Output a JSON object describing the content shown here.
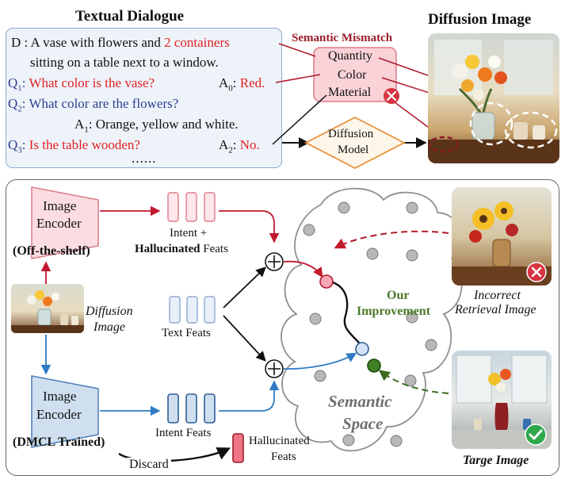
{
  "dialogue": {
    "title": "Textual Dialogue",
    "description_prefix": "D : A vase with flowers and ",
    "description_highlight": "2 containers",
    "description_line2": "sitting on a table next to a window.",
    "q1_label": "Q",
    "q1_sub": "1",
    "q1_text": "What color is the vase?",
    "a0_label": "A",
    "a0_sub": "0",
    "a0_text": "Red.",
    "q2_label": "Q",
    "q2_sub": "2",
    "q2_text": "What color are the flowers?",
    "a1_label": "A",
    "a1_sub": "1",
    "a1_text": "Orange, yellow and white.",
    "q3_label": "Q",
    "q3_sub": "3",
    "q3_text": "Is the table wooden?",
    "a2_label": "A",
    "a2_sub": "2",
    "a2_text": "No.",
    "ellipsis": "......"
  },
  "mismatch": {
    "title": "Semantic Mismatch",
    "items": [
      "Quantity",
      "Color",
      "Material"
    ]
  },
  "diffusion_model": {
    "line1": "Diffusion",
    "line2": "Model"
  },
  "diffusion_image_title": "Diffusion Image",
  "bottom": {
    "encoder_top_line1": "Image",
    "encoder_top_line2": "Encoder",
    "off_the_shelf": "(Off-the-shelf)",
    "intent_plus": "Intent +",
    "hallucinated_bold": "Hallucinated",
    "feats_suffix": " Feats",
    "diffusion_image_line1": "Diffusion",
    "diffusion_image_line2": "Image",
    "text_feats": "Text Feats",
    "encoder_bottom_line1": "Image",
    "encoder_bottom_line2": "Encoder",
    "dmcl_trained": "(DMCL Trained)",
    "intent_feats": "Intent Feats",
    "hallucinated_feats_line1": "Hallucinated",
    "hallucinated_feats_line2": "Feats",
    "discard": "Discard",
    "our_line1": "Our",
    "our_line2": "Improvement",
    "semantic_line1": "Semantic",
    "semantic_line2": "Space",
    "incorrect_line1": "Incorrect",
    "incorrect_line2": "Retrieval Image",
    "target_image": "Targe Image"
  },
  "colors": {
    "red_accent": "#e02020",
    "blue_accent": "#2e7bc4",
    "green_accent": "#4a7a2a",
    "dark_red": "#9b1d2a"
  }
}
